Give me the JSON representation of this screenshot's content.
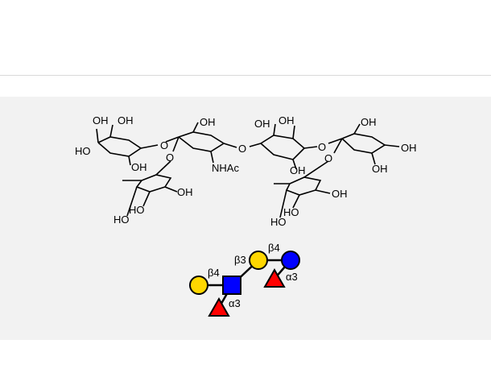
{
  "structure": {
    "labels": {
      "oh": "OH",
      "ho": "HO",
      "o": "O",
      "nhac": "NHAc"
    }
  },
  "snfg": {
    "linkages": {
      "b4_left": "β4",
      "b3": "β3",
      "b4_right": "β4",
      "a3_left": "α3",
      "a3_right": "α3"
    },
    "colors": {
      "galactose": "#FFD700",
      "glcnac": "#0000FF",
      "glucose": "#0000FF",
      "fucose": "#FF0000"
    },
    "residues": [
      "galactose",
      "glcnac",
      "galactose",
      "glucose",
      "fucose",
      "fucose"
    ]
  }
}
